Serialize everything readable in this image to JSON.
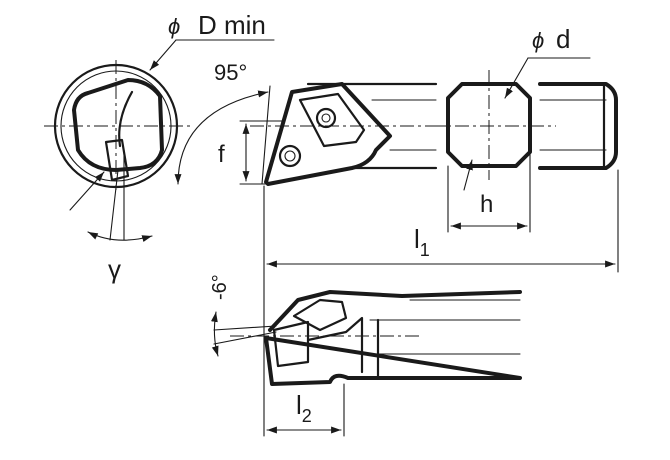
{
  "labels": {
    "d_min_symbol": "ϕ",
    "d_min_text": "D min",
    "d_symbol": "ϕ",
    "d_text": "d",
    "angle_95": "95°",
    "f": "f",
    "h": "h",
    "l1_main": "l",
    "l1_sub": "1",
    "l2_main": "l",
    "l2_sub": "2",
    "gamma": "γ",
    "angle_minus6": "-6°"
  },
  "colors": {
    "ink": "#1a1a1a",
    "background": "#ffffff"
  }
}
